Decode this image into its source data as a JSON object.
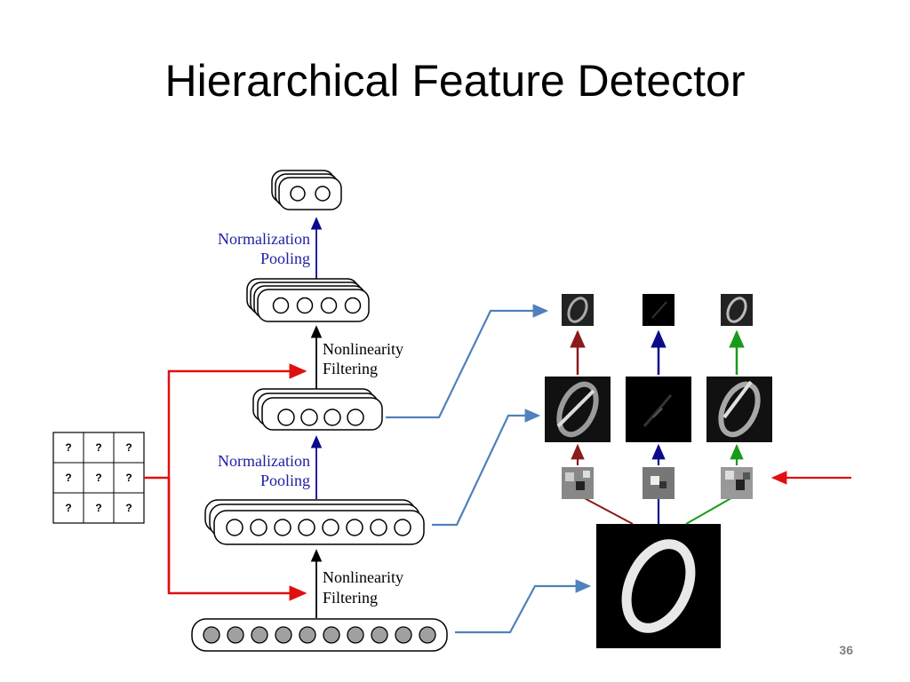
{
  "slide": {
    "title": "Hierarchical Feature Detector",
    "page_number": "36"
  },
  "diagram": {
    "labels": {
      "norm_pool_top_1": "Normalization",
      "norm_pool_top_2": "Pooling",
      "nonlin_top_1": "Nonlinearity",
      "nonlin_top_2": "Filtering",
      "norm_pool_bottom_1": "Normalization",
      "norm_pool_bottom_2": "Pooling",
      "nonlin_bottom_1": "Nonlinearity",
      "nonlin_bottom_2": "Filtering"
    },
    "filter_grid": [
      [
        "?",
        "?",
        "?"
      ],
      [
        "?",
        "?",
        "?"
      ],
      [
        "?",
        "?",
        "?"
      ]
    ],
    "colors": {
      "blue_label": "#1f1fa0",
      "red_arrow": "#e01010",
      "steel_arrow": "#4f81bd",
      "dark_red": "#8b1a1a",
      "navy": "#0a0a8a",
      "green": "#1a9a1a"
    }
  }
}
